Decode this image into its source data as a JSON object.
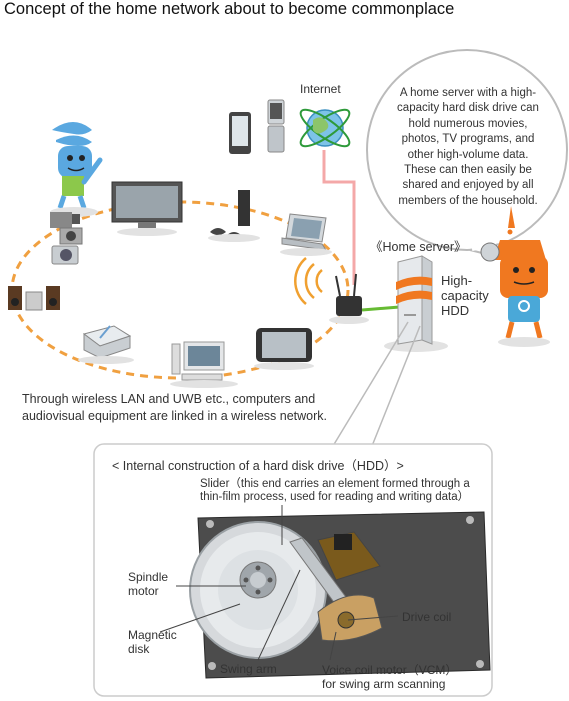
{
  "title": "Concept of the home network about to become commonplace",
  "internet_label": "Internet",
  "bubble_lines": [
    "A home server with a high-",
    "capacity hard disk drive can",
    "hold numerous movies,",
    "photos, TV programs, and",
    "other high-volume data.",
    "These can then easily be",
    "shared and enjoyed by all",
    "members of the household."
  ],
  "home_server_label": "《Home server》",
  "hdd_label_lines": [
    "High-",
    "capacity",
    "HDD"
  ],
  "wireless_lines": [
    "Through wireless LAN and UWB etc., computers and",
    "audiovisual equipment are linked in a wireless network."
  ],
  "panel_title": "< Internal construction of a hard disk drive（HDD）>",
  "slider_lines": [
    "Slider（this end carries an element formed through a",
    "thin-film process, used for reading and writing data）"
  ],
  "parts": {
    "spindle_motor": [
      "Spindle",
      "motor"
    ],
    "magnetic_disk": [
      "Magnetic",
      "disk"
    ],
    "swing_arm": "Swing arm",
    "drive_coil": "Drive coil",
    "vcm": [
      "Voice coil motor（VCM）",
      "for swing arm scanning"
    ]
  },
  "colors": {
    "ring": "#f0a040",
    "internet_line": "#f4a0a0",
    "lan_line": "#66bb33",
    "blue_character": "#5aa8e0",
    "orange_character": "#f07820",
    "panel_border": "#cccccc"
  }
}
